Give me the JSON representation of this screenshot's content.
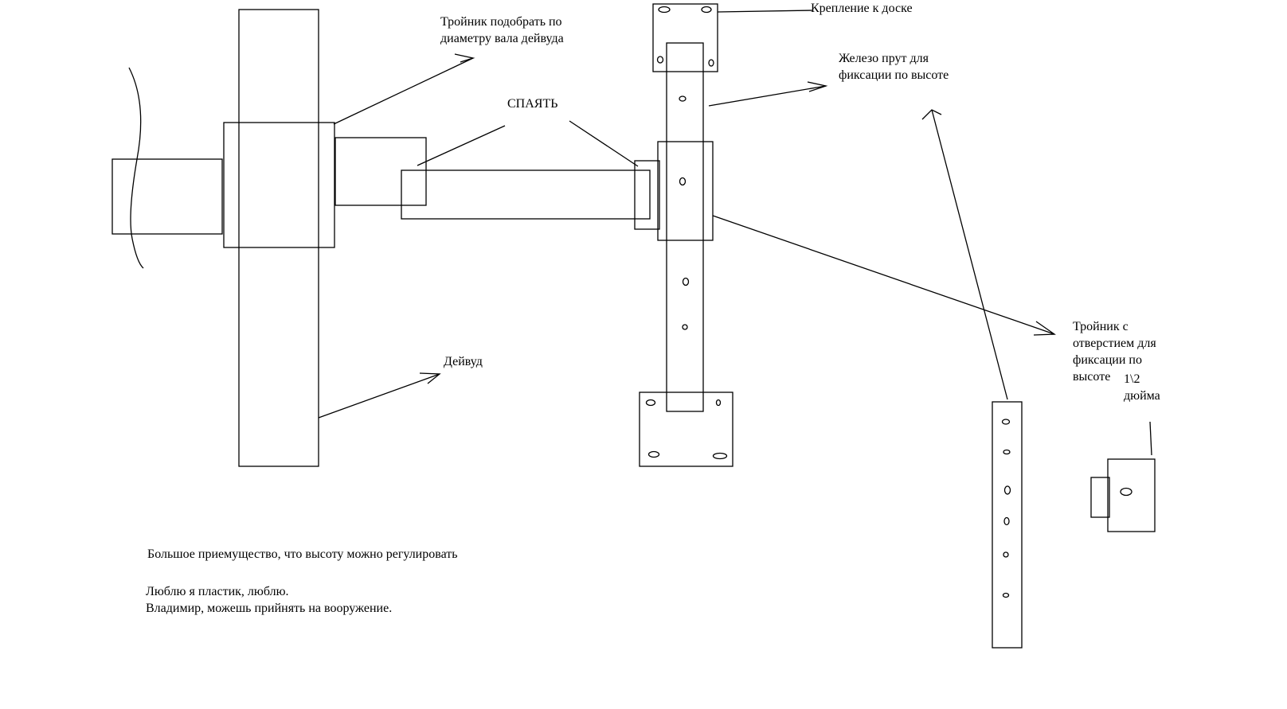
{
  "diagram": {
    "type": "technical sketch",
    "labels": {
      "tee_shaft": [
        "Тройник подобрать по",
        "диаметру вала дейвуда"
      ],
      "solder": "СПАЯТЬ",
      "board_mount": "Крепление к доске",
      "iron_rod": [
        "Железо прут для",
        "фиксации по высоте"
      ],
      "tee_hole": [
        "Тройник с",
        "отверстием для",
        "фиксации по",
        "высоте"
      ],
      "half_inch": [
        "1\\2",
        "дюйма"
      ],
      "deadwood": "Дейвуд"
    },
    "notes": [
      "Большое приемущество, что высоту можно регулировать",
      "Люблю я пластик, люблю.",
      "Владимир, можешь прийнять на вооружение."
    ],
    "stroke_color": "#000000",
    "background_color": "#ffffff"
  }
}
